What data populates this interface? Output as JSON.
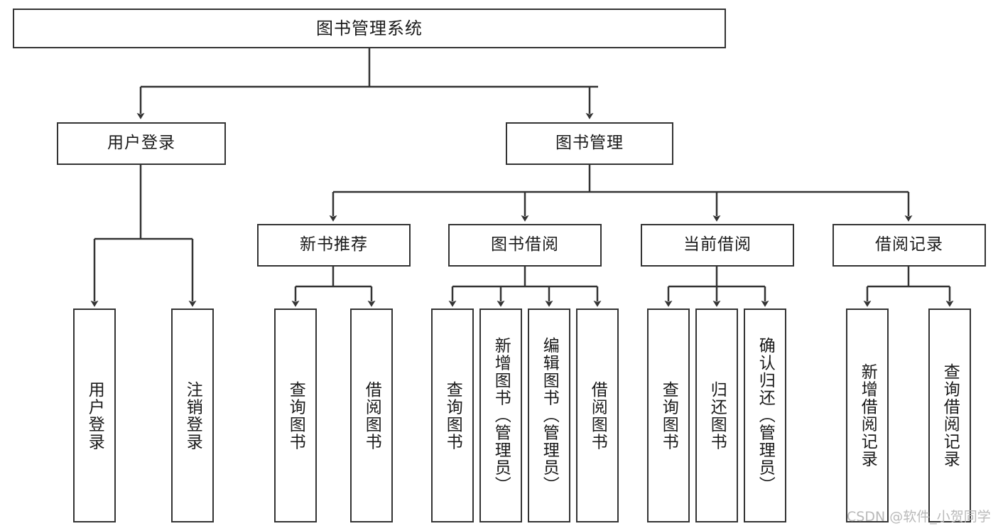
{
  "diagram": {
    "title": "图书管理系统",
    "type": "hierarchy-tree",
    "watermark": "CSDN @软件_小贺同学",
    "line_color": "#333333",
    "box_fill": "#ffffff",
    "text_color": "#1a1a1a",
    "levels": {
      "root": {
        "label": "图书管理系统"
      },
      "level2": [
        {
          "label": "用户登录"
        },
        {
          "label": "图书管理"
        }
      ],
      "level3": [
        {
          "label": "新书推荐"
        },
        {
          "label": "图书借阅"
        },
        {
          "label": "当前借阅"
        },
        {
          "label": "借阅记录"
        }
      ],
      "leaves": [
        {
          "label": "用户登录",
          "parent": "用户登录"
        },
        {
          "label": "注销登录",
          "parent": "用户登录"
        },
        {
          "label": "查询图书",
          "parent": "新书推荐"
        },
        {
          "label": "借阅图书",
          "parent": "新书推荐"
        },
        {
          "label": "查询图书",
          "parent": "图书借阅"
        },
        {
          "label": "新增图书（管理员）",
          "parent": "图书借阅"
        },
        {
          "label": "编辑图书（管理员）",
          "parent": "图书借阅"
        },
        {
          "label": "借阅图书",
          "parent": "图书借阅"
        },
        {
          "label": "查询图书",
          "parent": "当前借阅"
        },
        {
          "label": "归还图书",
          "parent": "当前借阅"
        },
        {
          "label": "确认归还（管理员）",
          "parent": "当前借阅"
        },
        {
          "label": "新增借阅记录",
          "parent": "借阅记录"
        },
        {
          "label": "查询借阅记录",
          "parent": "借阅记录"
        }
      ]
    }
  }
}
